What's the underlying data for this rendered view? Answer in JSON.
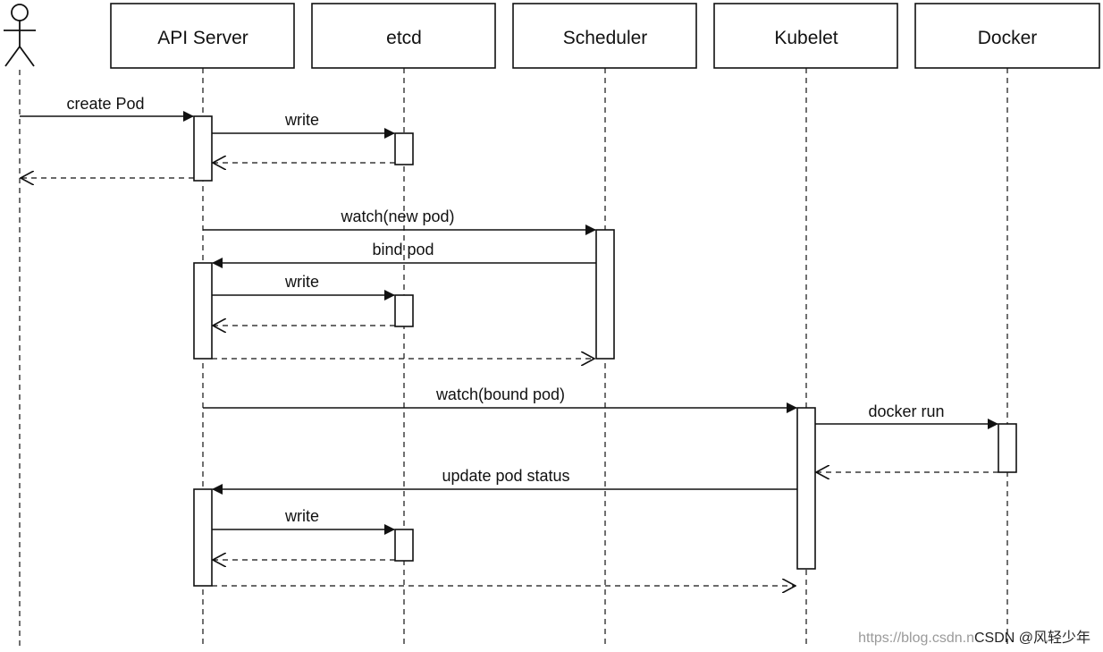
{
  "diagram": {
    "type": "sequence",
    "participants": [
      {
        "id": "user",
        "label": "",
        "kind": "actor"
      },
      {
        "id": "api",
        "label": "API Server",
        "kind": "box"
      },
      {
        "id": "etcd",
        "label": "etcd",
        "kind": "box"
      },
      {
        "id": "scheduler",
        "label": "Scheduler",
        "kind": "box"
      },
      {
        "id": "kubelet",
        "label": "Kubelet",
        "kind": "box"
      },
      {
        "id": "docker",
        "label": "Docker",
        "kind": "box"
      }
    ],
    "messages": [
      {
        "from": "user",
        "to": "api",
        "label": "create Pod",
        "style": "solid"
      },
      {
        "from": "api",
        "to": "etcd",
        "label": "write",
        "style": "solid"
      },
      {
        "from": "etcd",
        "to": "api",
        "label": "",
        "style": "dashed"
      },
      {
        "from": "api",
        "to": "user",
        "label": "",
        "style": "dashed"
      },
      {
        "from": "api",
        "to": "scheduler",
        "label": "watch(new pod)",
        "style": "solid"
      },
      {
        "from": "scheduler",
        "to": "api",
        "label": "bind pod",
        "style": "solid"
      },
      {
        "from": "api",
        "to": "etcd",
        "label": "write",
        "style": "solid"
      },
      {
        "from": "etcd",
        "to": "api",
        "label": "",
        "style": "dashed"
      },
      {
        "from": "api",
        "to": "scheduler",
        "label": "",
        "style": "dashed"
      },
      {
        "from": "api",
        "to": "kubelet",
        "label": "watch(bound pod)",
        "style": "solid"
      },
      {
        "from": "kubelet",
        "to": "docker",
        "label": "docker run",
        "style": "solid"
      },
      {
        "from": "docker",
        "to": "kubelet",
        "label": "",
        "style": "dashed"
      },
      {
        "from": "kubelet",
        "to": "api",
        "label": "update pod status",
        "style": "solid"
      },
      {
        "from": "api",
        "to": "etcd",
        "label": "write",
        "style": "solid"
      },
      {
        "from": "etcd",
        "to": "api",
        "label": "",
        "style": "dashed"
      },
      {
        "from": "api",
        "to": "kubelet",
        "label": "",
        "style": "dashed"
      }
    ]
  },
  "watermark": {
    "url_text": "https://blog.csdn.n",
    "brand_text": "CSDN @风轻少年"
  },
  "colors": {
    "line": "#111111",
    "background": "#ffffff",
    "watermark": "#9a9a9a"
  }
}
